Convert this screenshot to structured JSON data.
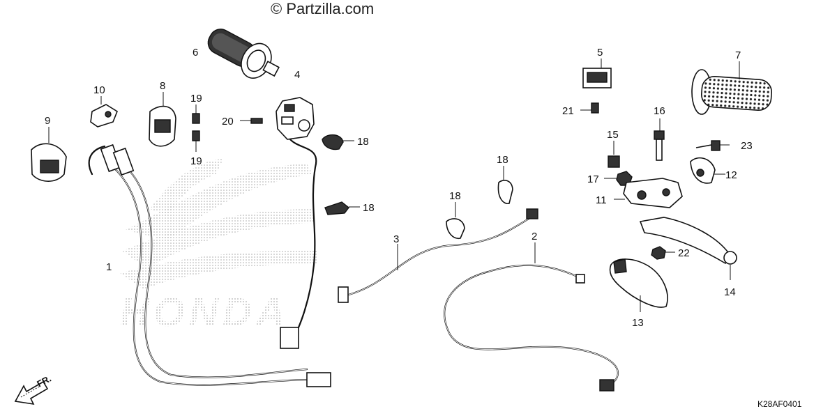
{
  "watermark": "© Partzilla.com",
  "brand_wordmark": "HONDA",
  "diagram_code": "K28AF0401",
  "direction_marker": "FR.",
  "callouts": [
    "1",
    "2",
    "3",
    "4",
    "5",
    "6",
    "7",
    "8",
    "9",
    "10",
    "11",
    "12",
    "13",
    "14",
    "15",
    "16",
    "17",
    "18",
    "18",
    "18",
    "18",
    "19",
    "19",
    "20",
    "21",
    "22",
    "23"
  ],
  "icons": [
    "brand-wing-logo",
    "front-direction-arrow"
  ]
}
